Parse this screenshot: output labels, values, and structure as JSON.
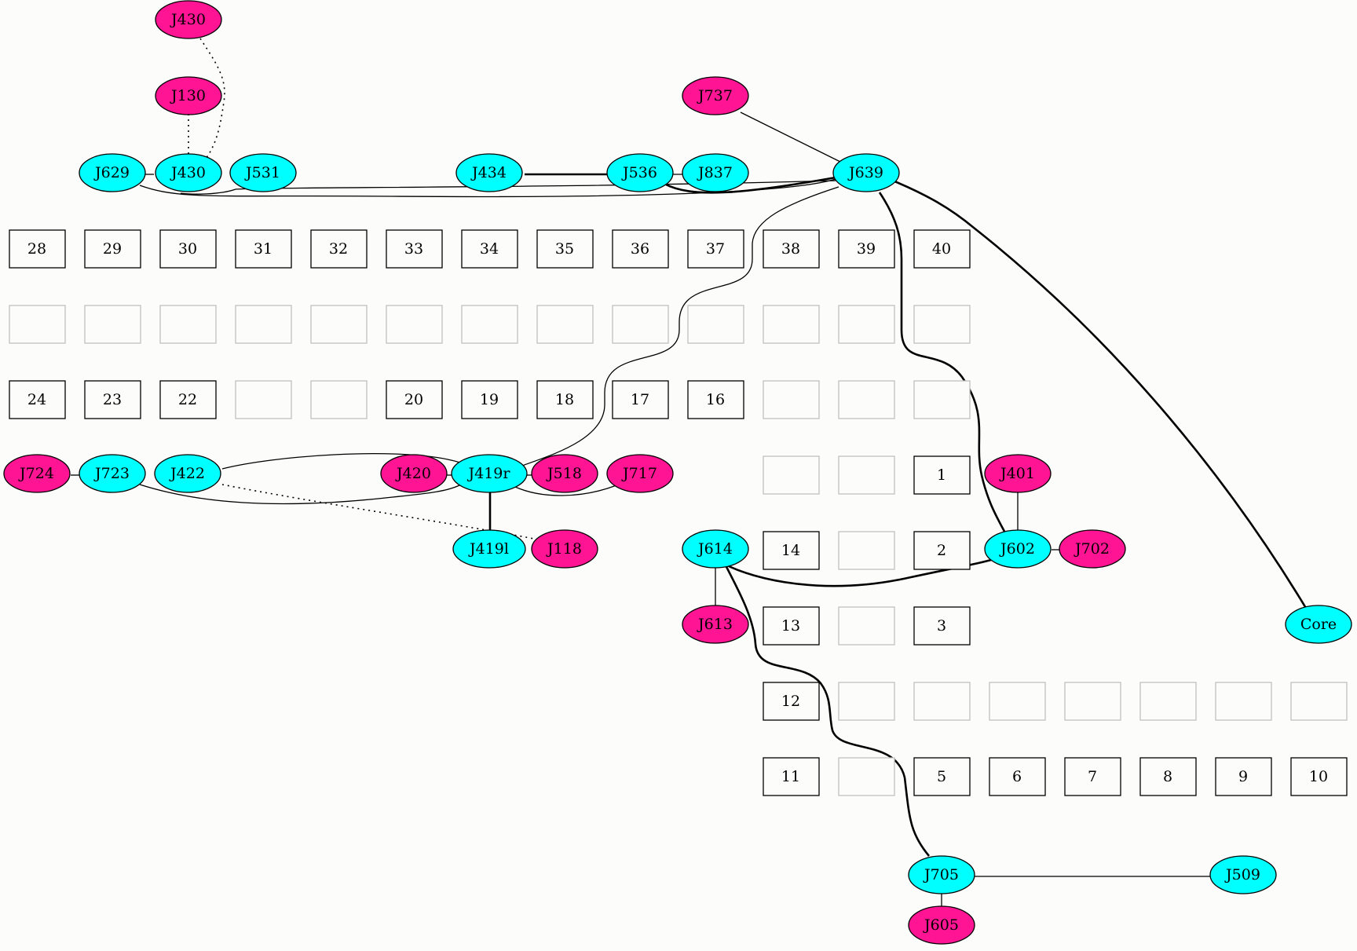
{
  "colors": {
    "cyan": "#00ffff",
    "pink": "#ff1493",
    "background": "#fcfdfb"
  },
  "nodes": {
    "j430_top": "J430",
    "j130": "J130",
    "j737": "J737",
    "j629": "J629",
    "j430": "J430",
    "j531": "J531",
    "j434": "J434",
    "j536": "J536",
    "j837": "J837",
    "j639": "J639",
    "j724": "J724",
    "j723": "J723",
    "j422": "J422",
    "j420": "J420",
    "j419r": "J419r",
    "j518": "J518",
    "j717": "J717",
    "j401": "J401",
    "j419l": "J419l",
    "j118": "J118",
    "j614": "J614",
    "j602": "J602",
    "j702": "J702",
    "j613": "J613",
    "core": "Core",
    "j705": "J705",
    "j509": "J509",
    "j605": "J605"
  },
  "boxes": {
    "b28": "28",
    "b29": "29",
    "b30": "30",
    "b31": "31",
    "b32": "32",
    "b33": "33",
    "b34": "34",
    "b35": "35",
    "b36": "36",
    "b37": "37",
    "b38": "38",
    "b39": "39",
    "b40": "40",
    "b24": "24",
    "b23": "23",
    "b22": "22",
    "b20": "20",
    "b19": "19",
    "b18": "18",
    "b17": "17",
    "b16": "16",
    "b1": "1",
    "b14": "14",
    "b2": "2",
    "b13": "13",
    "b3": "3",
    "b12": "12",
    "b11": "11",
    "b5": "5",
    "b6": "6",
    "b7": "7",
    "b8": "8",
    "b9": "9",
    "b10": "10"
  }
}
